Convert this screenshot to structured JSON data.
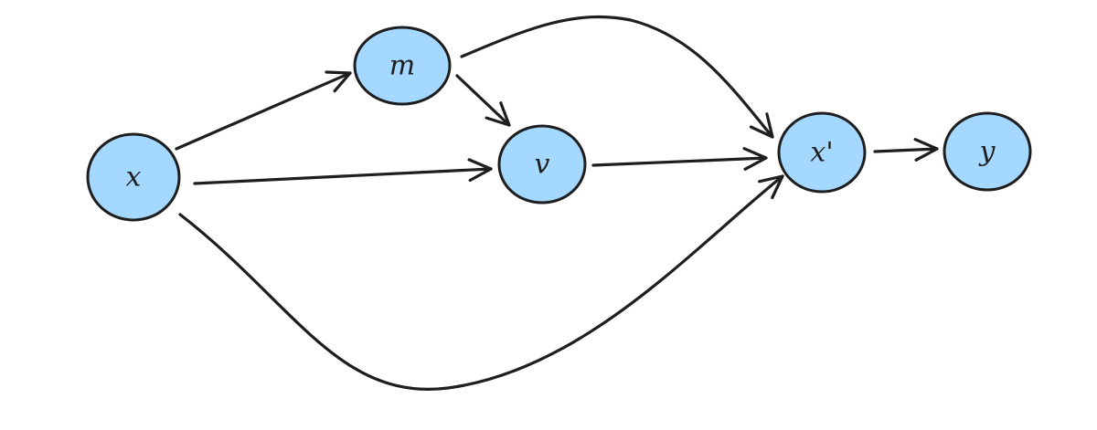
{
  "diagram": {
    "node_fill": "#a5d8ff",
    "stroke_color": "#1e1e1e",
    "background": "#ffffff",
    "nodes": [
      {
        "id": "x",
        "label": "x"
      },
      {
        "id": "m",
        "label": "m"
      },
      {
        "id": "v",
        "label": "v"
      },
      {
        "id": "xp",
        "label": "x'"
      },
      {
        "id": "y",
        "label": "y"
      }
    ],
    "edges": [
      {
        "from": "x",
        "to": "m"
      },
      {
        "from": "x",
        "to": "v"
      },
      {
        "from": "x",
        "to": "xp"
      },
      {
        "from": "m",
        "to": "v"
      },
      {
        "from": "m",
        "to": "xp"
      },
      {
        "from": "v",
        "to": "xp"
      },
      {
        "from": "xp",
        "to": "y"
      }
    ]
  }
}
